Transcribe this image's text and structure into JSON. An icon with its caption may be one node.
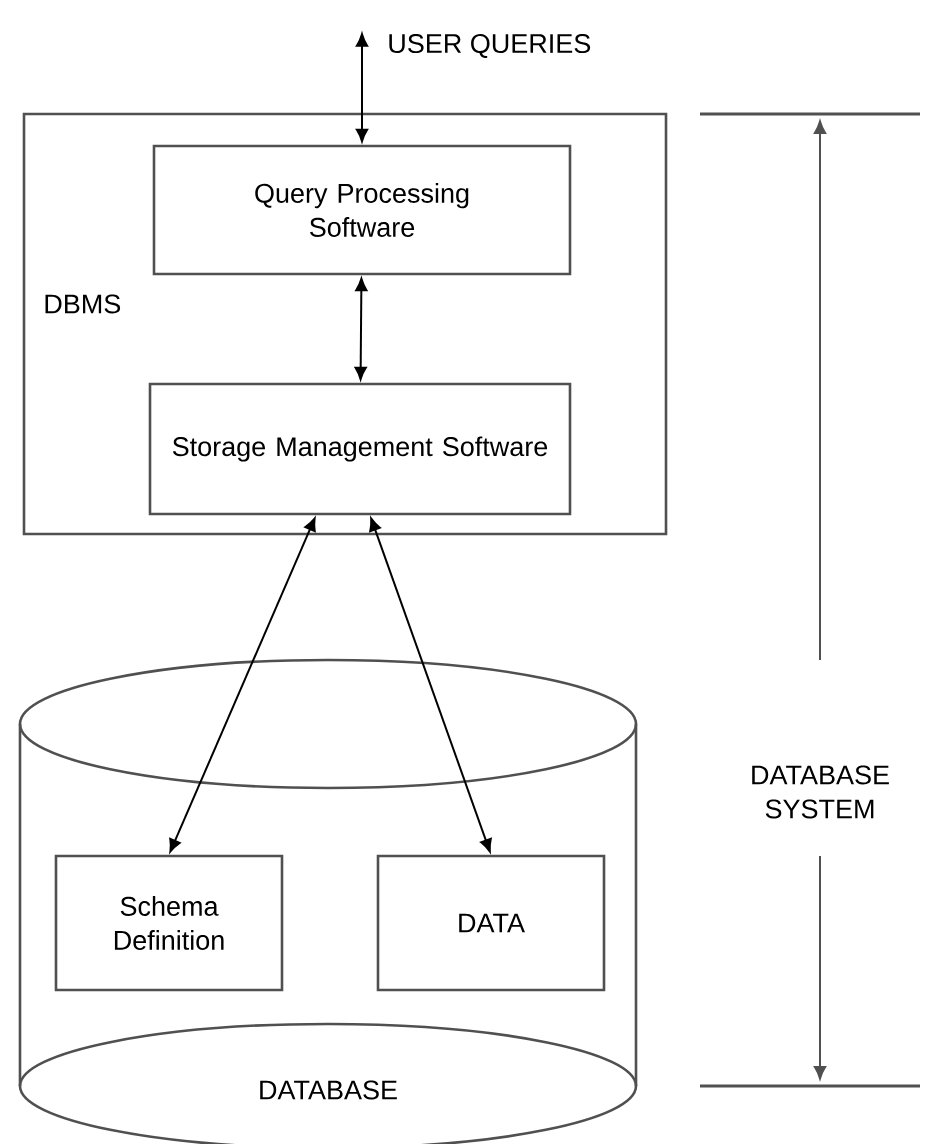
{
  "diagram": {
    "nodes": [
      {
        "text": [
          "USER QUERIES"
        ]
      },
      {
        "text": [
          "DBMS"
        ]
      },
      {
        "text": [
          "Query Processing Software"
        ],
        "in": 1
      },
      {
        "text": [
          "Storage Management Software"
        ],
        "in": 1
      },
      {
        "text": [
          "DATABASE"
        ]
      },
      {
        "text": [
          "Schema Definition"
        ],
        "in": 4
      },
      {
        "text": [
          "DATA"
        ],
        "in": 4
      }
    ],
    "edges": [
      {
        "from": 0,
        "to": 2,
        "arrow": "both"
      },
      {
        "from": 2,
        "to": 3,
        "arrow": "both"
      },
      {
        "from": 3,
        "to": 5,
        "arrow": "both"
      },
      {
        "from": 3,
        "to": 6,
        "arrow": "both"
      }
    ],
    "labels": [
      "DATABASE SYSTEM"
    ]
  }
}
